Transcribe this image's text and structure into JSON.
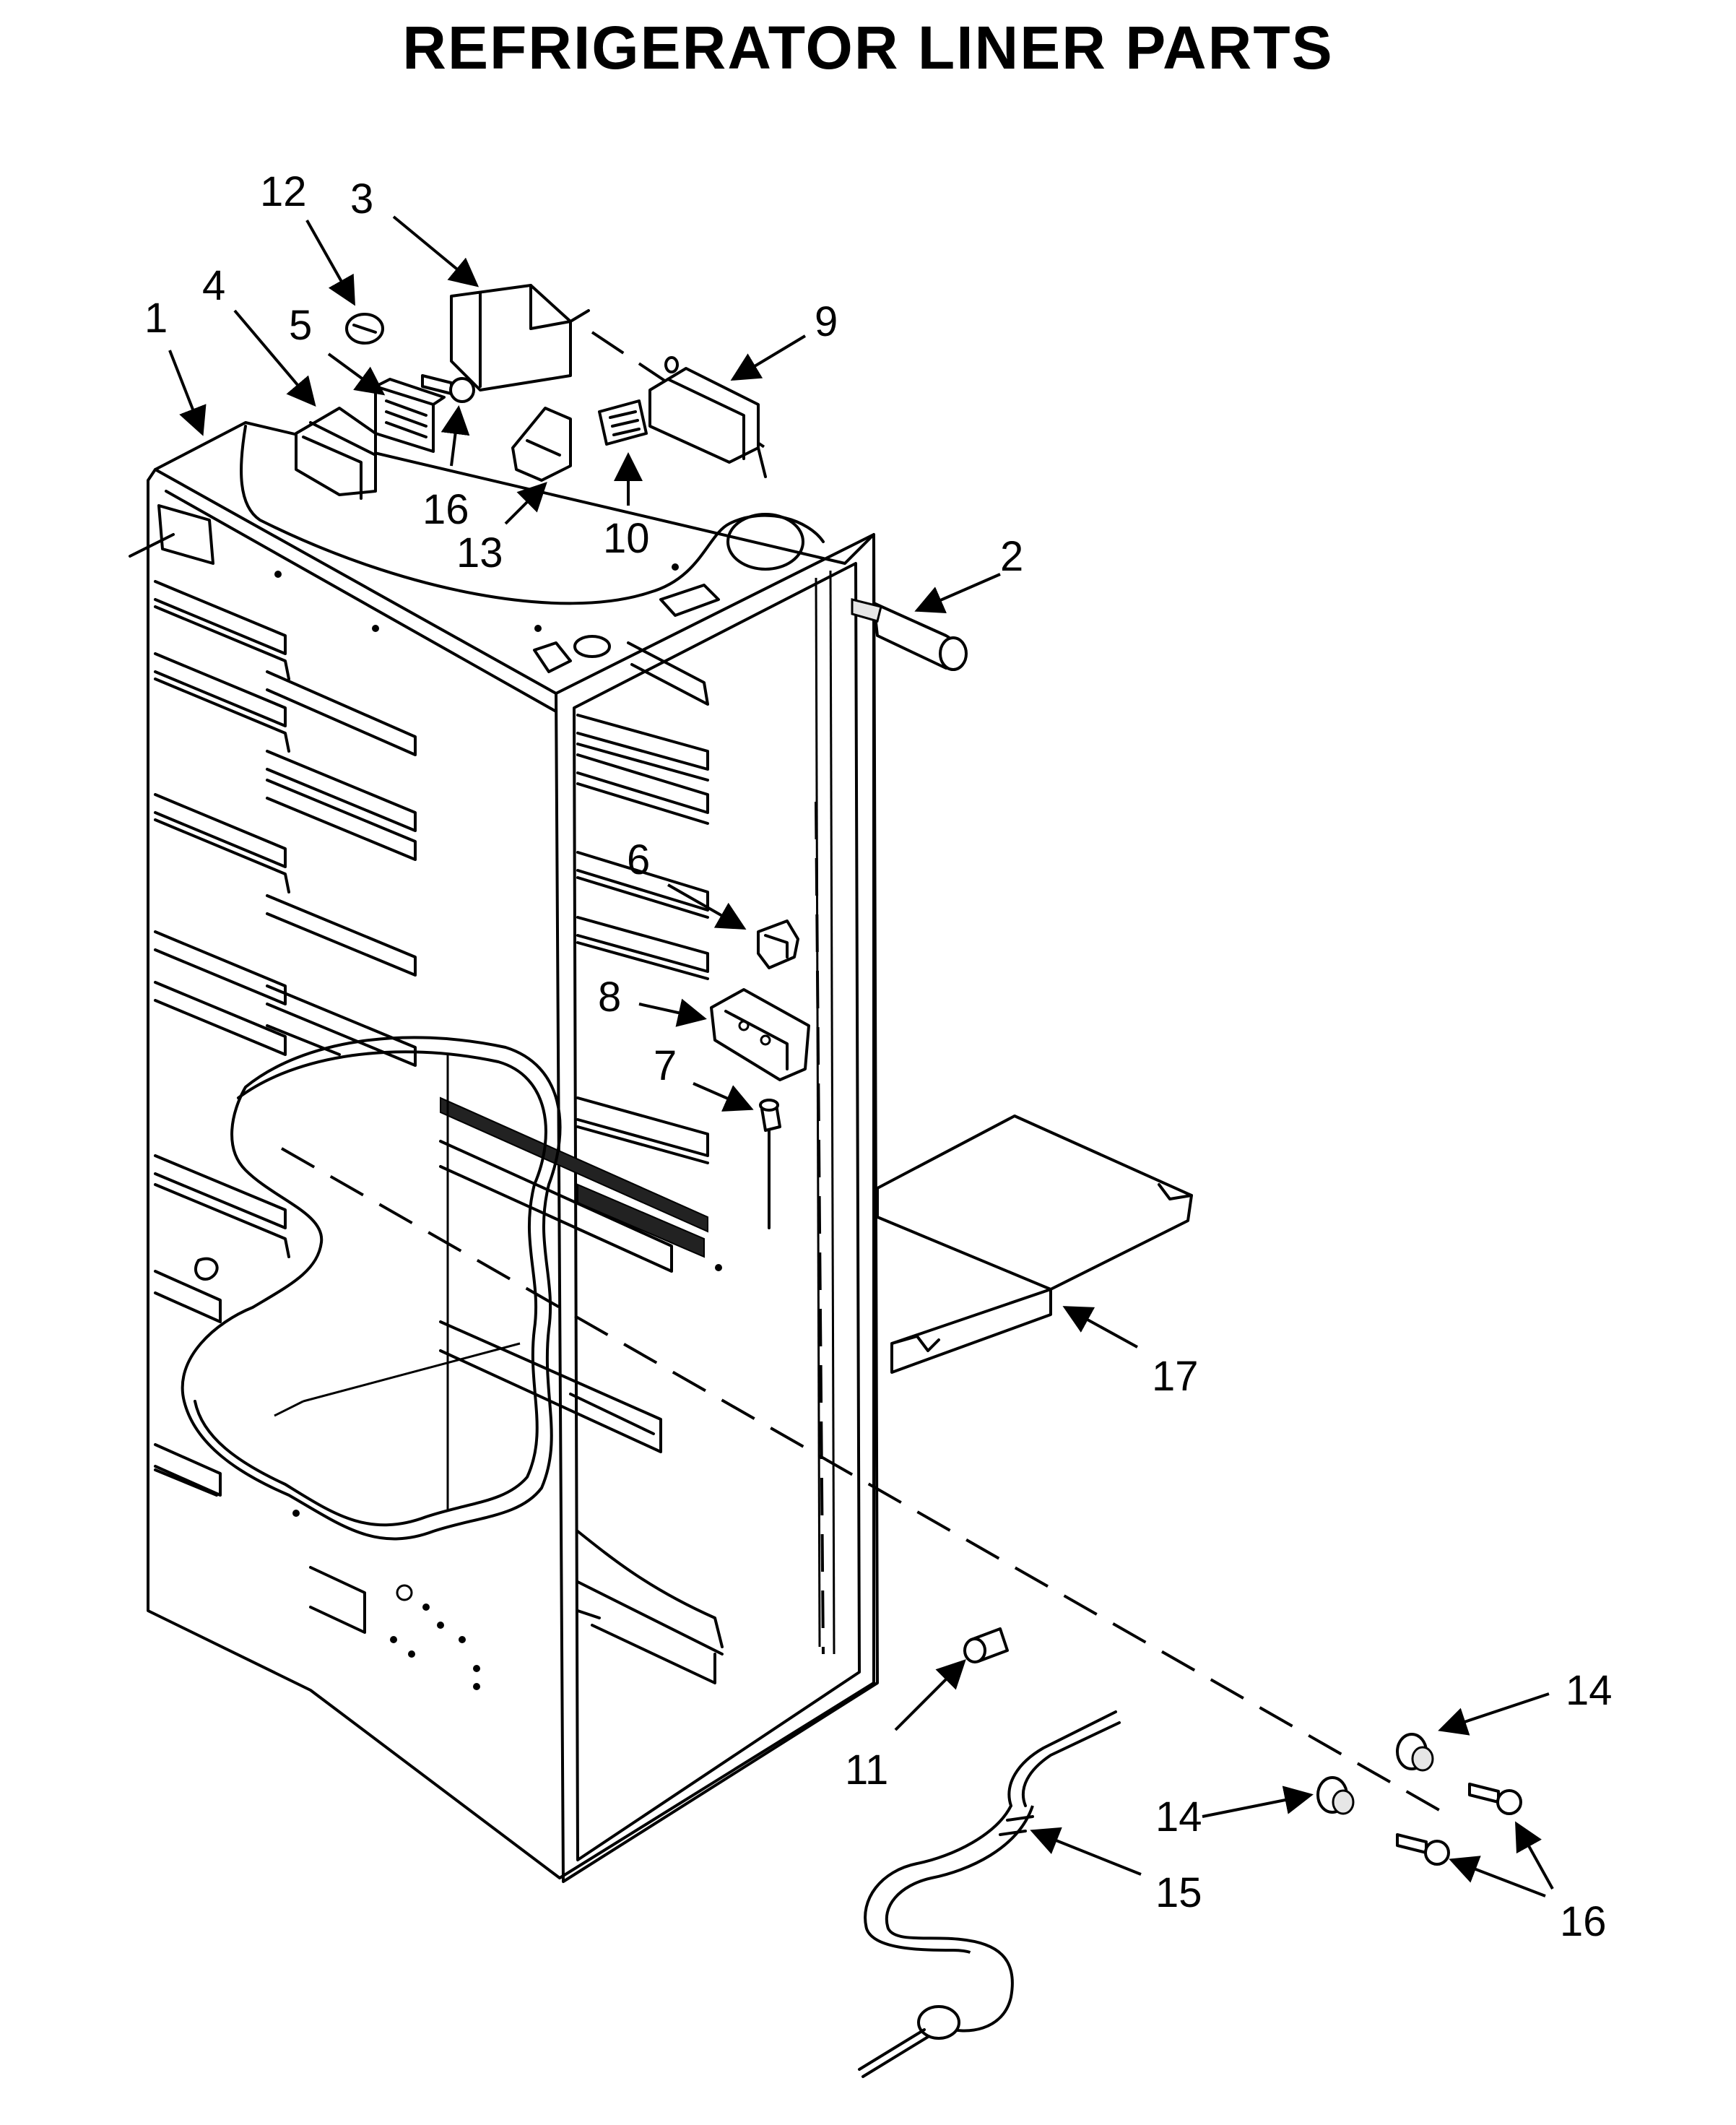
{
  "title": "REFRIGERATOR LINER PARTS",
  "callouts": {
    "c1": "1",
    "c2": "2",
    "c3": "3",
    "c4": "4",
    "c5": "5",
    "c6": "6",
    "c7": "7",
    "c8": "8",
    "c9": "9",
    "c10": "10",
    "c11": "11",
    "c12": "12",
    "c13": "13",
    "c14a": "14",
    "c14b": "14",
    "c15": "15",
    "c16a": "16",
    "c16b": "16",
    "c17": "17"
  }
}
